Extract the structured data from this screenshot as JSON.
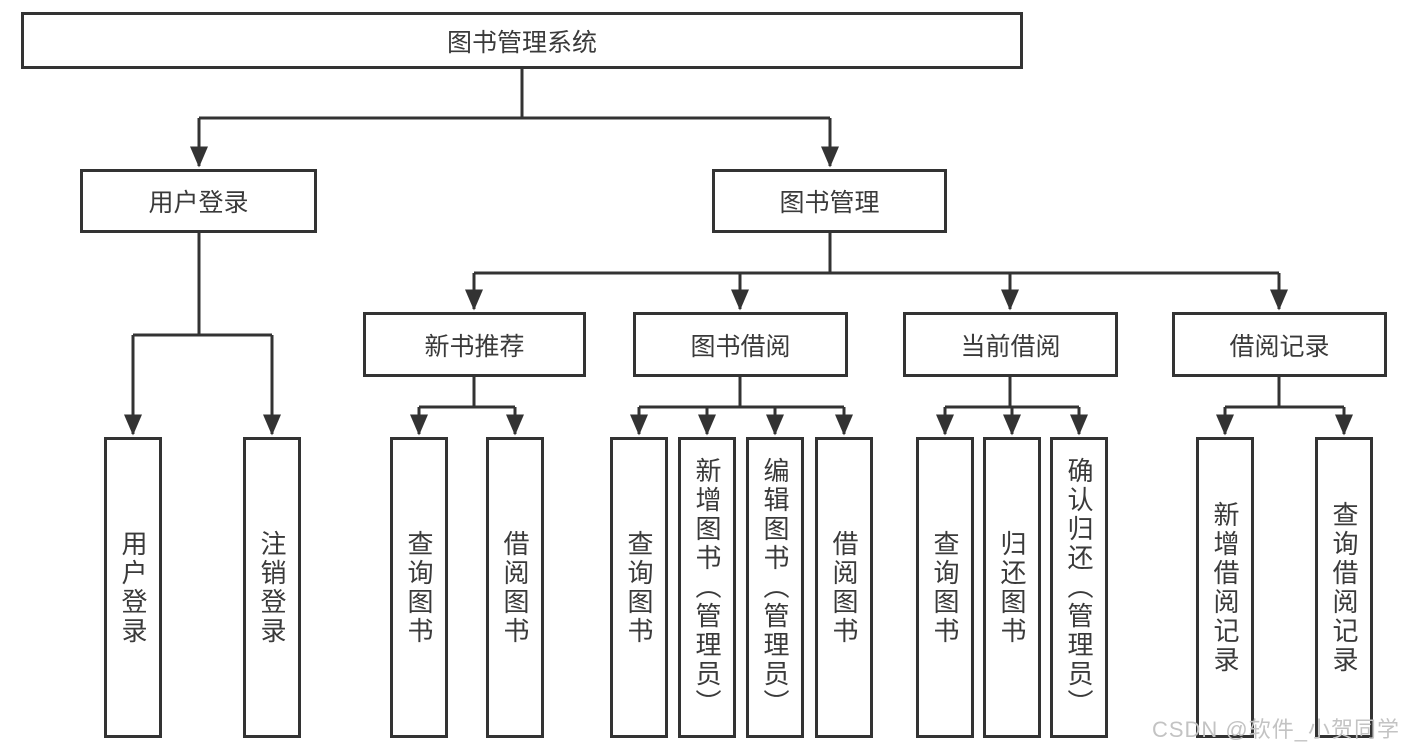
{
  "diagram": {
    "root": "图书管理系统",
    "level2": {
      "user_login": "用户登录",
      "book_management": "图书管理"
    },
    "level3": {
      "new_book_recommend": "新书推荐",
      "book_borrow": "图书借阅",
      "current_borrow": "当前借阅",
      "borrow_records": "借阅记录"
    },
    "leaves": {
      "user_login": "用户登录",
      "logout": "注销登录",
      "recommend_query_book": "查询图书",
      "recommend_borrow_book": "借阅图书",
      "borrow_query_book": "查询图书",
      "borrow_add_book": "新增图书（管理员）",
      "borrow_edit_book": "编辑图书（管理员）",
      "borrow_borrow_book": "借阅图书",
      "current_query_book": "查询图书",
      "current_return_book": "归还图书",
      "current_confirm_return": "确认归还（管理员）",
      "records_add_record": "新增借阅记录",
      "records_query_record": "查询借阅记录"
    }
  },
  "watermark": "CSDN @软件_小贺同学",
  "colors": {
    "line": "#333333",
    "box_border": "#333333",
    "text": "#3a3a3a",
    "watermark": "#c3c3c3",
    "background": "#ffffff"
  }
}
